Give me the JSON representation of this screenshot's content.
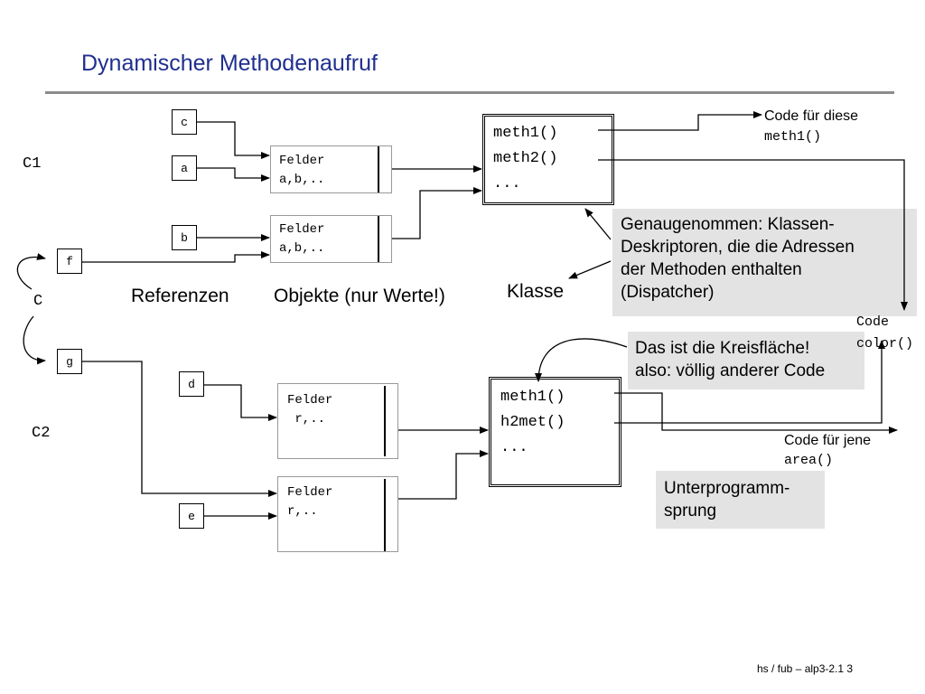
{
  "title": "Dynamischer Methodenaufruf",
  "footer": "hs / fub – alp3-2.1  3",
  "class_names": {
    "c1": "C1",
    "c": "C",
    "c2": "C2"
  },
  "refs": {
    "c": "c",
    "a": "a",
    "b": "b",
    "f": "f",
    "g": "g",
    "d": "d",
    "e": "e"
  },
  "objects": {
    "o1": "Felder\na,b,..",
    "o2": "Felder\na,b,..",
    "o3": "Felder\n r,..",
    "o4": "Felder\nr,.."
  },
  "class1": {
    "methods": [
      "meth1()",
      "meth2()",
      "..."
    ]
  },
  "class2": {
    "methods": [
      "meth1()",
      "h2met()",
      "..."
    ]
  },
  "labels": {
    "referenzen": "Referenzen",
    "objekte": "Objekte (nur Werte!)",
    "klasse": "Klasse"
  },
  "notes": {
    "code_diese_label": "Code für diese",
    "code_diese_method": "meth1()",
    "code_color_label": "Code",
    "code_color_method": "color()",
    "code_jene_label": "Code für jene",
    "code_jene_method": "area()",
    "descriptor": "Genaugenommen: Klassen-\nDeskriptoren, die die Adressen\nder Methoden enthalten\n(Dispatcher)",
    "kreis": "Das ist die Kreisfläche!\nalso: völlig anderer Code",
    "unterprogramm": "Unterprogramm-\nsprung"
  }
}
